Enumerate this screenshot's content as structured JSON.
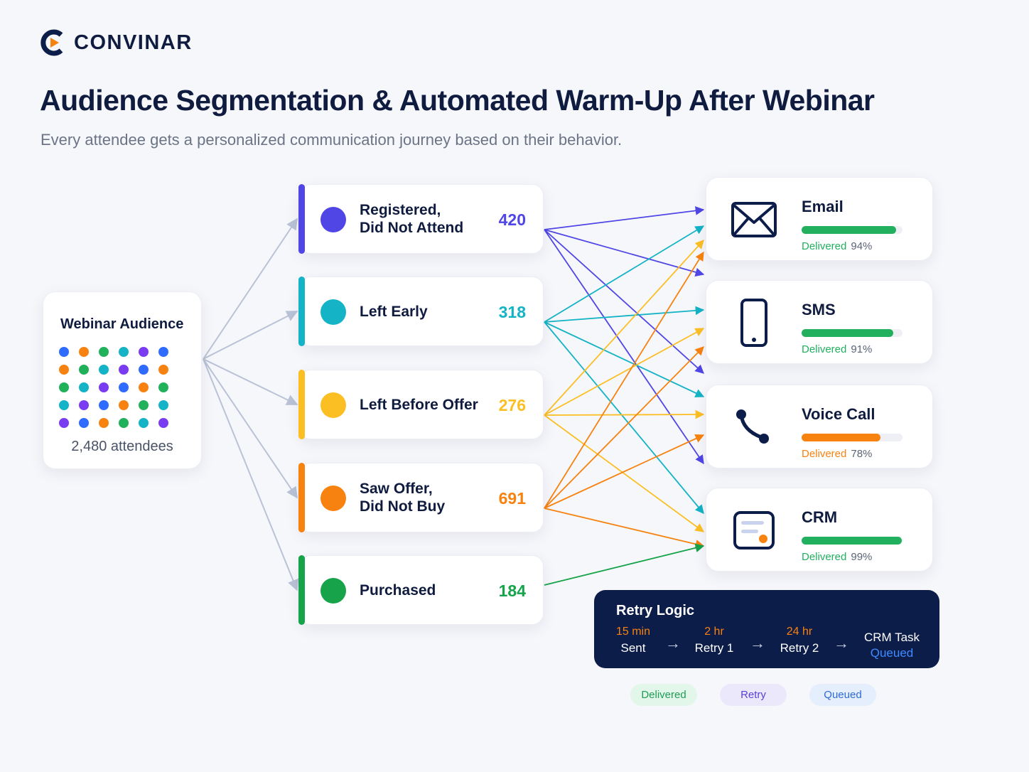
{
  "brand": {
    "name": "CONVINAR",
    "mark_color": "#0d1d4a",
    "play_color": "#f7820f"
  },
  "header": {
    "title": "Audience Segmentation & Automated Warm-Up After Webinar",
    "subtitle": "Every attendee gets a personalized communication journey based on their behavior."
  },
  "audience": {
    "title": "Webinar Audience",
    "count_label": "2,480 attendees",
    "dot_colors": [
      "#2f6bff",
      "#f7820f",
      "#20b15a",
      "#14b3c6",
      "#7a3cf0",
      "#2f6bff",
      "#f7820f",
      "#20b15a",
      "#14b3c6",
      "#7a3cf0",
      "#2f6bff",
      "#f7820f",
      "#20b15a",
      "#14b3c6",
      "#7a3cf0",
      "#2f6bff",
      "#f7820f",
      "#20b15a",
      "#14b3c6",
      "#7a3cf0",
      "#2f6bff",
      "#f7820f",
      "#20b15a",
      "#14b3c6",
      "#7a3cf0",
      "#2f6bff",
      "#f7820f",
      "#20b15a",
      "#14b3c6",
      "#7a3cf0"
    ]
  },
  "segments": [
    {
      "label": "Registered,\nDid Not Attend",
      "count": "420",
      "color": "#4f46e5"
    },
    {
      "label": "Left Early",
      "count": "318",
      "color": "#14b3c6"
    },
    {
      "label": "Left Before Offer",
      "count": "276",
      "color": "#fbbf24"
    },
    {
      "label": "Saw Offer,\nDid Not Buy",
      "count": "691",
      "color": "#f7820f"
    },
    {
      "label": "Purchased",
      "count": "184",
      "color": "#16a34a"
    }
  ],
  "channels": [
    {
      "name": "Email",
      "icon": "envelope-icon",
      "status": "Delivered",
      "percent": "94%",
      "fill": 0.94,
      "color": "#22b05f"
    },
    {
      "name": "SMS",
      "icon": "smartphone-icon",
      "status": "Delivered",
      "percent": "91%",
      "fill": 0.91,
      "color": "#22b05f"
    },
    {
      "name": "Voice Call",
      "icon": "phone-handset-icon",
      "status": "Delivered",
      "percent": "78%",
      "fill": 0.78,
      "color": "#f7820f"
    },
    {
      "name": "CRM",
      "icon": "crm-window-icon",
      "status": "Delivered",
      "percent": "99%",
      "fill": 0.99,
      "color": "#22b05f"
    }
  ],
  "connections": [
    {
      "from": 0,
      "to": [
        0,
        1,
        2,
        3
      ]
    },
    {
      "from": 1,
      "to": [
        0,
        1,
        2,
        3
      ]
    },
    {
      "from": 2,
      "to": [
        0,
        1,
        2,
        3
      ]
    },
    {
      "from": 3,
      "to": [
        0,
        1,
        2,
        3
      ]
    },
    {
      "from": 4,
      "to": [
        3
      ]
    }
  ],
  "retry_logic": {
    "title": "Retry Logic",
    "steps": [
      {
        "time": "15 min",
        "label": "Sent"
      },
      {
        "time": "2 hr",
        "label": "Retry 1"
      },
      {
        "time": "24 hr",
        "label": "Retry 2"
      },
      {
        "label": "CRM Task",
        "status": "Queued"
      }
    ],
    "arrow": "→"
  },
  "legend": [
    {
      "label": "Delivered",
      "bg": "#e3f6ea",
      "fg": "#1f9d55"
    },
    {
      "label": "Retry",
      "bg": "#ece8fb",
      "fg": "#5b3fd6"
    },
    {
      "label": "Queued",
      "bg": "#e4eefc",
      "fg": "#2f6bd6"
    }
  ]
}
